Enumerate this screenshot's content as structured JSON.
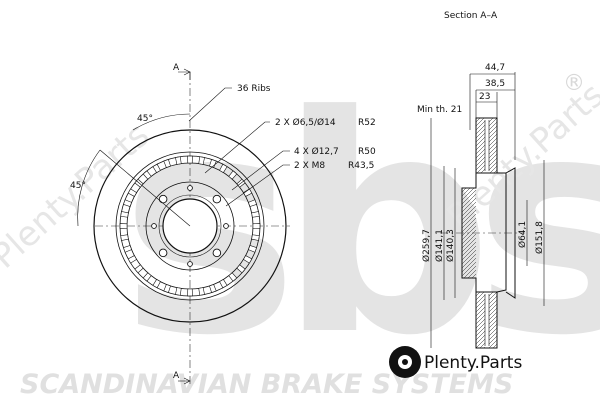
{
  "watermark": {
    "logo_text": "sbs",
    "plenty_text": "Plenty.Parts",
    "bottom_text": "SCANDINAVIAN BRAKE SYSTEMS",
    "registered_mark": "®"
  },
  "front_view": {
    "section_marker_top": "A",
    "section_marker_bottom": "A",
    "ribs_label": "36 Ribs",
    "angle_top": "45°",
    "angle_left": "45°",
    "callout_1": "2 X Ø6,5/Ø14",
    "callout_1_radius": "R52",
    "callout_2": "4 X Ø12,7",
    "callout_2_radius": "R50",
    "callout_3": "2 X M8",
    "callout_3_radius": "R43,5"
  },
  "section_view": {
    "title": "Section A–A",
    "width_total": "44,7",
    "width_hat": "38,5",
    "thickness": "23",
    "min_thickness": "Min th. 21",
    "dia_outer": "Ø259,7",
    "dia_141": "Ø141,1",
    "dia_140": "Ø140,3",
    "dia_64": "Ø64,1",
    "dia_151": "Ø151,8"
  },
  "branding": {
    "plenty_logo_text": "Plenty.Parts",
    "logo_bg": "#111111",
    "watermark_color": "#e4e4e4"
  }
}
